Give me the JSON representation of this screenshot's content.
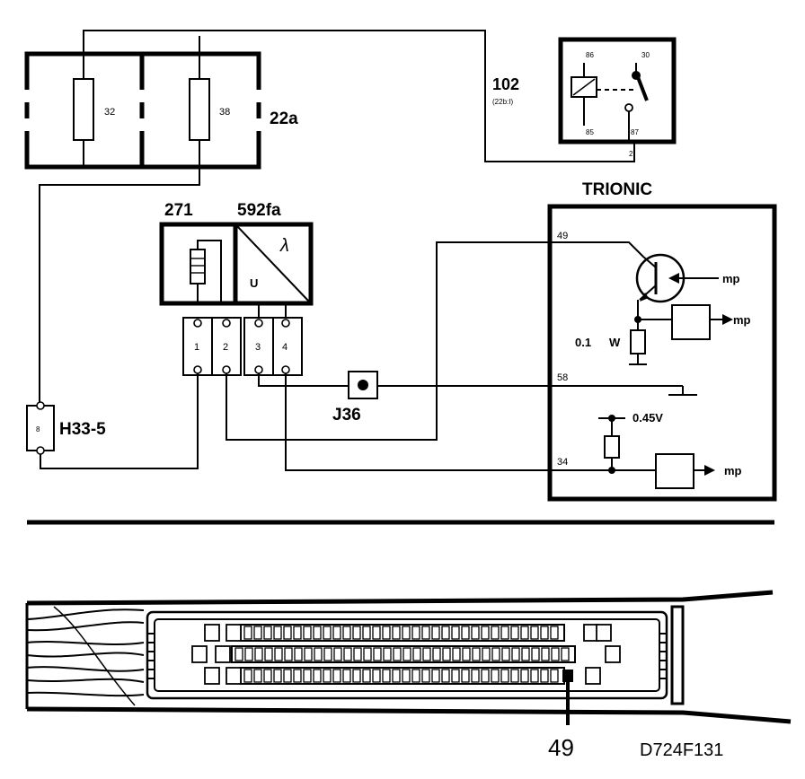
{
  "labels": {
    "fuse_box": "22a",
    "fuse_left": "32",
    "fuse_right": "38",
    "relay": "102",
    "relay_sub": "(22b:I)",
    "relay_86": "86",
    "relay_30": "30",
    "relay_85": "85",
    "relay_87": "87",
    "relay_pin2": "2",
    "sensor_a": "271",
    "sensor_b": "592fa",
    "lambda_symbol": "λ",
    "u_symbol": "U",
    "pin_1": "1",
    "pin_2": "2",
    "pin_3": "3",
    "pin_4": "4",
    "trionic": "TRIONIC",
    "pin_49": "49",
    "pin_58": "58",
    "pin_34": "34",
    "mp": "mp",
    "resistor_value": "0.1",
    "resistor_unit": "W",
    "voltage": "0.45V",
    "splice": "J36",
    "connector": "H33-5",
    "connector_pin": "8",
    "pin_callout": "49",
    "figure_id": "D724F131"
  }
}
